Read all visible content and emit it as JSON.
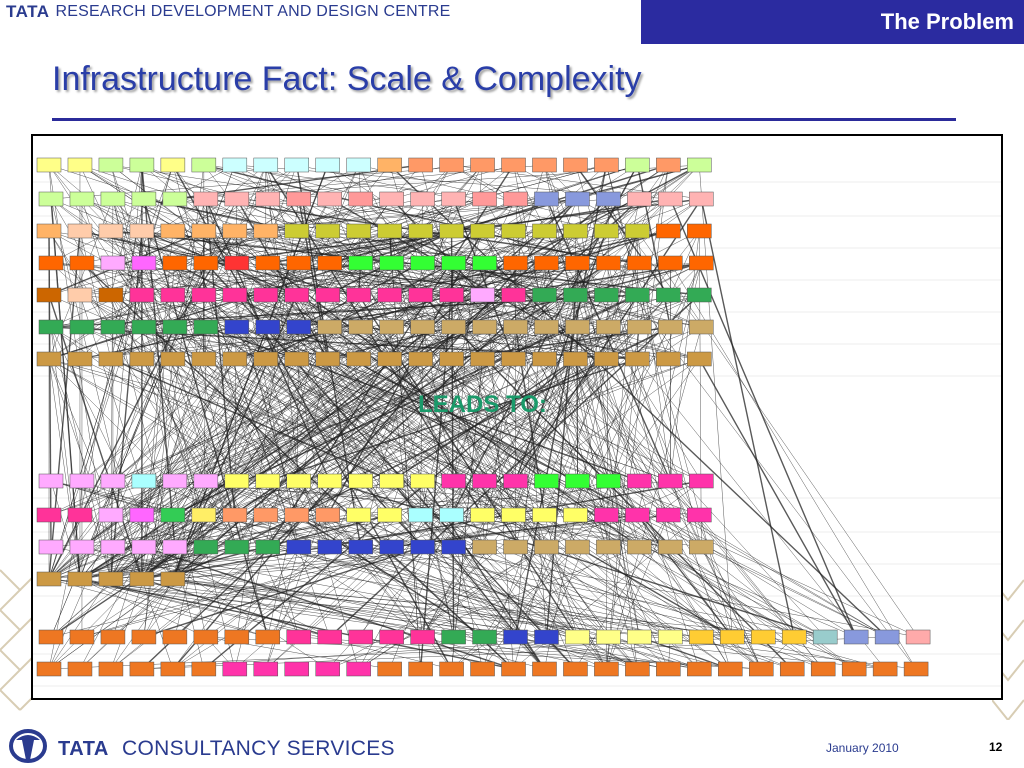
{
  "header": {
    "brand": "TATA",
    "centre": "RESEARCH DEVELOPMENT AND DESIGN CENTRE",
    "section": "The Problem"
  },
  "title": "Infrastructure Fact: Scale & Complexity",
  "diagram": {
    "annotation": "LEADS TO:"
  },
  "footer": {
    "brand": "TATA",
    "company": "CONSULTANCY SERVICES",
    "date": "January 2010",
    "page": "12"
  },
  "colors": {
    "brand_blue": "#2a3b8f",
    "section_bg": "#2b2ba0",
    "title": "#2a3ea8",
    "annotation": "#1a9a6a"
  }
}
